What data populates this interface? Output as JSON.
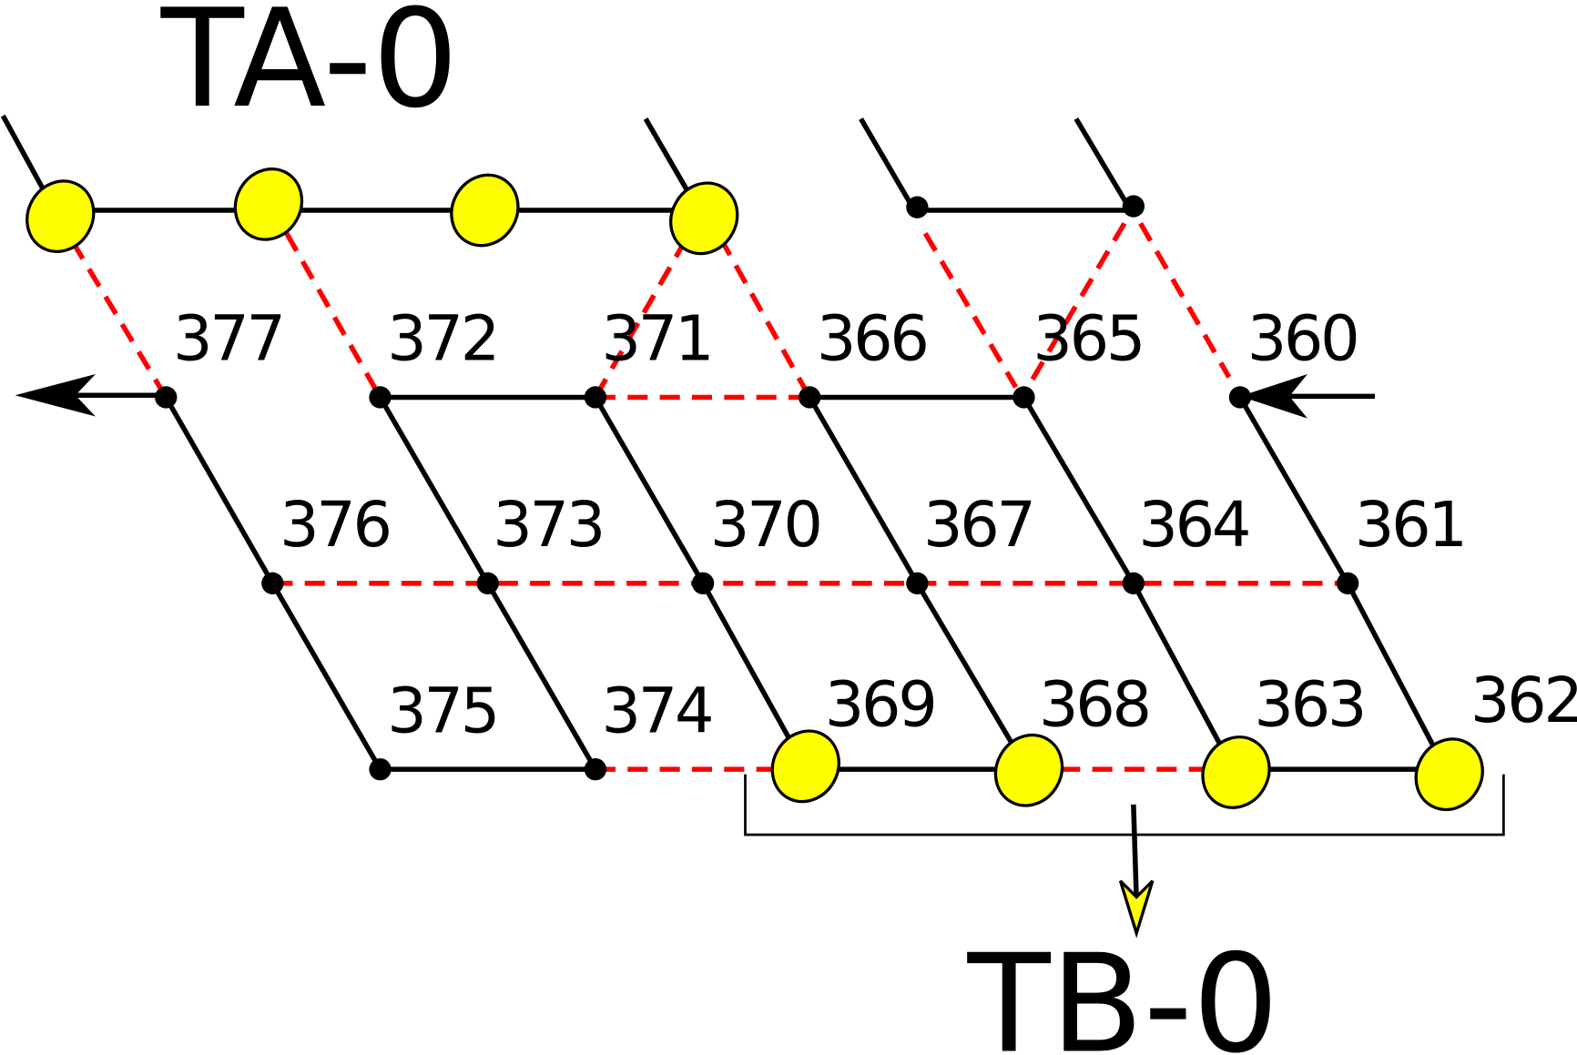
{
  "title_top": "TA-0",
  "title_bottom": "TB-0",
  "colors": {
    "node_highlight": "#ffff00",
    "dashed_link": "#ff0000",
    "line": "#000000"
  },
  "labels": {
    "row1": [
      "377",
      "372",
      "371",
      "366",
      "365",
      "360"
    ],
    "row2": [
      "376",
      "373",
      "370",
      "367",
      "364",
      "361"
    ],
    "row3": [
      "375",
      "374",
      "369",
      "368",
      "363",
      "362"
    ]
  }
}
